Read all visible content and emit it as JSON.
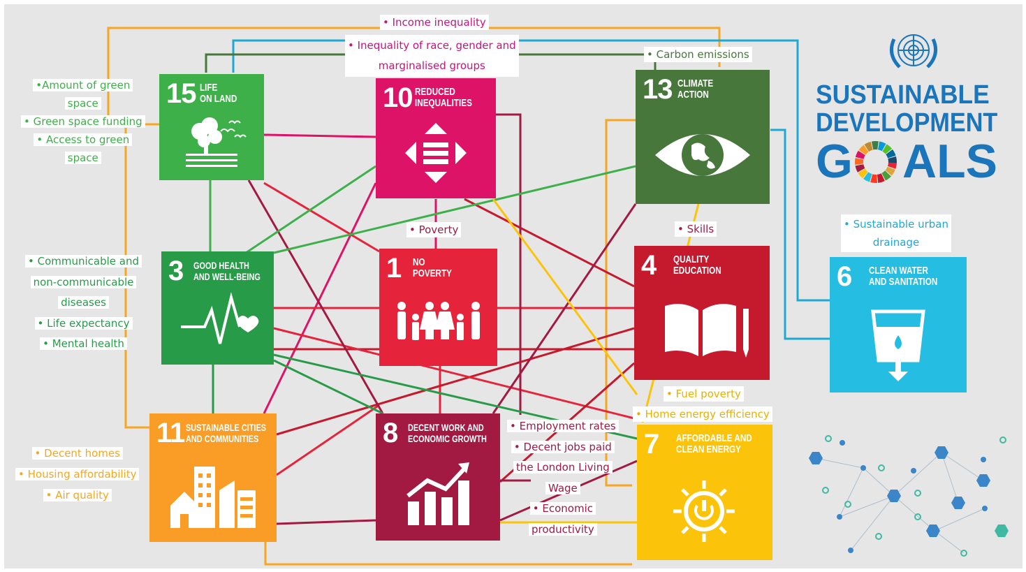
{
  "logo": {
    "line1": "SUSTAINABLE",
    "line2": "DEVELOPMENT",
    "line3a": "G",
    "line3b": "ALS",
    "brand_color": "#1a75bb",
    "icon": "un-emblem-icon"
  },
  "goals": {
    "g15": {
      "num": "15",
      "title1": "LIFE",
      "title2": "ON LAND",
      "color": "#3eb049",
      "icon": "tree-birds-icon"
    },
    "g10": {
      "num": "10",
      "title1": "REDUCED",
      "title2": "INEQUALITIES",
      "color": "#dd1367",
      "icon": "equality-arrows-icon"
    },
    "g13": {
      "num": "13",
      "title1": "CLIMATE",
      "title2": "ACTION",
      "color": "#48773c",
      "icon": "eye-globe-icon"
    },
    "g3": {
      "num": "3",
      "title1": "GOOD HEALTH",
      "title2": "AND WELL-BEING",
      "color": "#279b48",
      "icon": "heartbeat-icon"
    },
    "g1": {
      "num": "1",
      "title1": "NO",
      "title2": "POVERTY",
      "color": "#e5243b",
      "icon": "family-icon"
    },
    "g4": {
      "num": "4",
      "title1": "QUALITY",
      "title2": "EDUCATION",
      "color": "#c5192d",
      "icon": "book-pencil-icon"
    },
    "g6": {
      "num": "6",
      "title1": "CLEAN WATER",
      "title2": "AND SANITATION",
      "color": "#26bde2",
      "icon": "water-glass-icon"
    },
    "g11": {
      "num": "11",
      "title1": "SUSTAINABLE CITIES",
      "title2": "AND COMMUNITIES",
      "color": "#f99d26",
      "icon": "city-buildings-icon"
    },
    "g8": {
      "num": "8",
      "title1": "DECENT WORK AND",
      "title2": "ECONOMIC GROWTH",
      "color": "#a21942",
      "icon": "growth-chart-icon"
    },
    "g7": {
      "num": "7",
      "title1": "AFFORDABLE AND",
      "title2": "CLEAN ENERGY",
      "color": "#fcc30b",
      "icon": "sun-power-icon"
    }
  },
  "labels": {
    "income": "• Income inequality",
    "inequality1": "• Inequality of race, gender and",
    "inequality2": "marginalised groups",
    "carbon": "• Carbon emissions",
    "green1": "•Amount of green",
    "green2": "space",
    "green3": "• Green space funding",
    "green4": "• Access to green",
    "green5": "space",
    "poverty": "• Poverty",
    "skills": "• Skills",
    "drainage1": "• Sustainable urban",
    "drainage2": "drainage",
    "health1": "• Communicable and",
    "health2": "non-communicable",
    "health3": "diseases",
    "health4": "• Life expectancy",
    "health5": "• Mental health",
    "fuel": "• Fuel poverty",
    "home_energy": "• Home energy efficiency",
    "emp1": "• Employment rates",
    "emp2": "• Decent jobs paid",
    "emp3": "the London Living",
    "emp4": "Wage",
    "emp5": "• Economic",
    "emp6": "productivity",
    "homes1": "• Decent homes",
    "homes2": "• Housing affordability",
    "homes3": "• Air quality"
  },
  "colors": {
    "green_label": "#3eb049",
    "magenta_label": "#c8137b",
    "darkgreen_label": "#48773c",
    "brown_label": "#a21942",
    "blue_label": "#1fa8d2",
    "health_label": "#279b48",
    "orange_label": "#f5a623",
    "yellow_label": "#e8b000"
  }
}
